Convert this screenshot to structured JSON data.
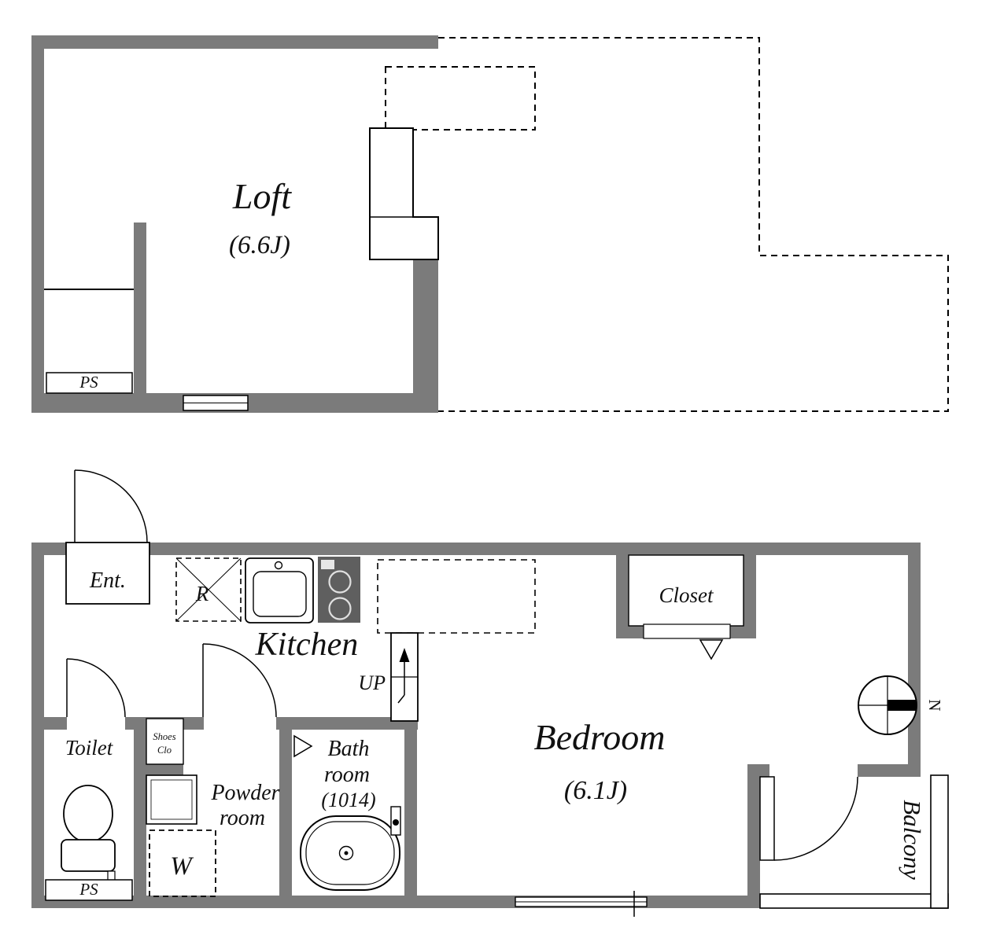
{
  "colors": {
    "wall": "#7b7b7b",
    "stove": "#5f5f5f",
    "line": "#000000"
  },
  "loft": {
    "label": "Loft",
    "size": "(6.6J)",
    "ps": "PS"
  },
  "main": {
    "entrance": "Ent.",
    "refrigerator": "R",
    "kitchen": "Kitchen",
    "up": "UP",
    "closet": "Closet",
    "bedroom": "Bedroom",
    "bedroom_size": "(6.1J)",
    "toilet": "Toilet",
    "shoes_closet_line1": "Shoes",
    "shoes_closet_line2": "Clo",
    "powder_line1": "Powder",
    "powder_line2": "room",
    "bath_line1": "Bath",
    "bath_line2": "room",
    "bath_line3": "(1014)",
    "washer": "W",
    "ps": "PS",
    "balcony": "Balcony"
  },
  "compass": {
    "north": "N"
  }
}
